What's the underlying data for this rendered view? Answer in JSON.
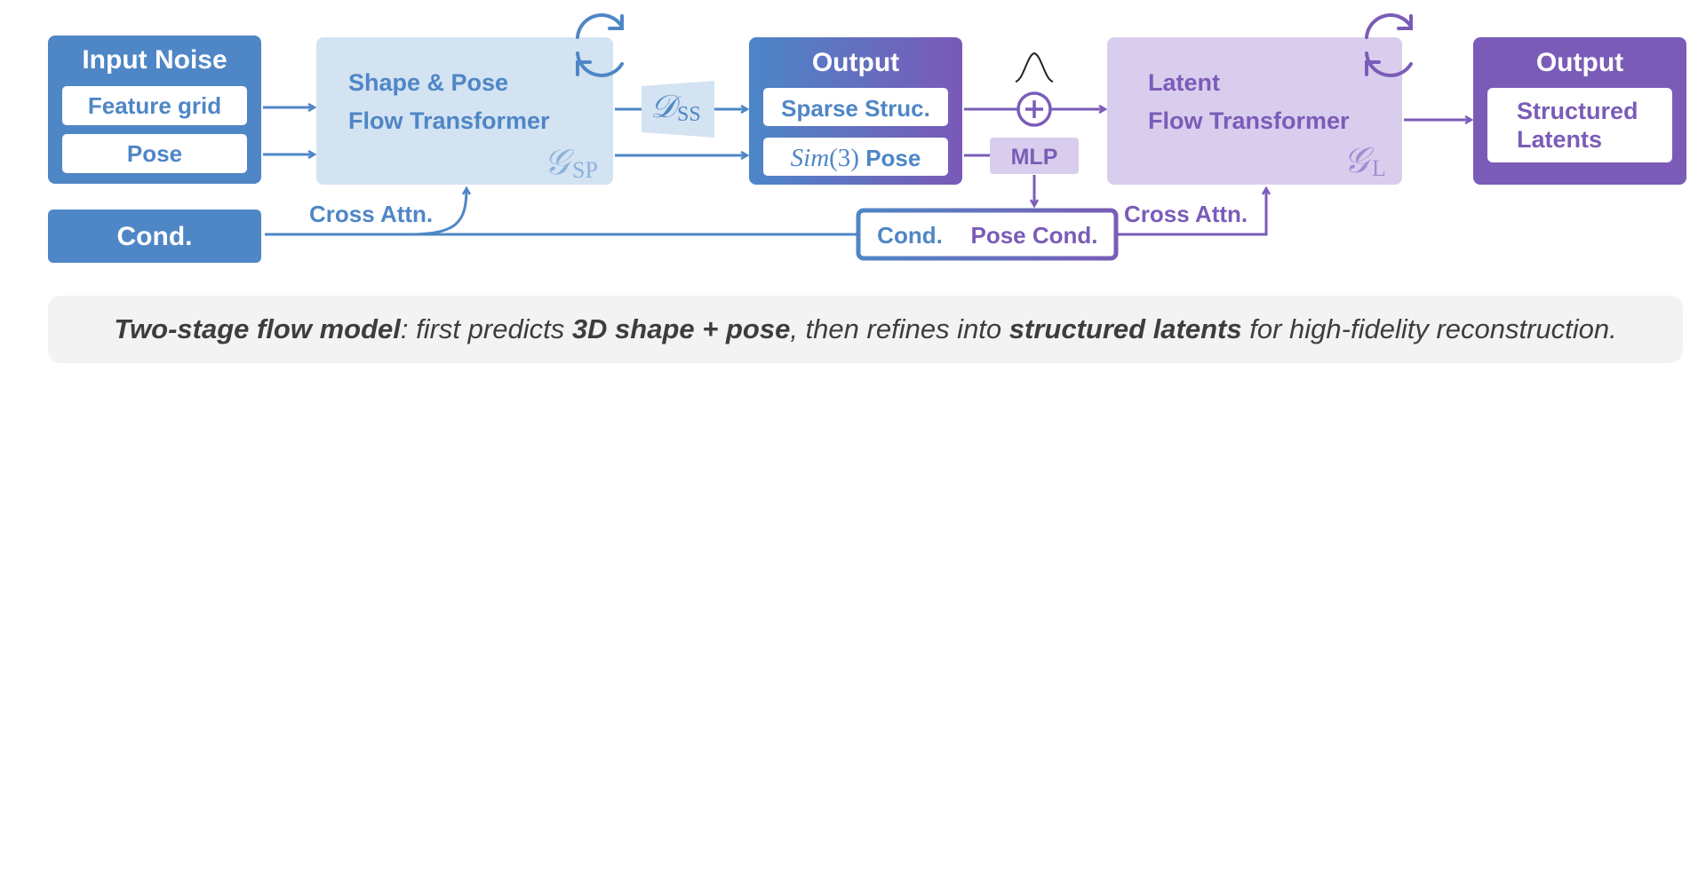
{
  "input": {
    "title": "Input Noise",
    "feature_grid": "Feature grid",
    "pose": "Pose"
  },
  "cond_left": "Cond.",
  "cross_attn_left": "Cross Attn.",
  "cross_attn_right": "Cross Attn.",
  "shape_pose_transformer": {
    "line1": "Shape & Pose",
    "line2": "Flow Transformer",
    "symbol": "𝒢",
    "subscript": "SP"
  },
  "decoder": {
    "symbol": "𝒟",
    "subscript": "SS"
  },
  "output1": {
    "title": "Output",
    "sparse": "Sparse Struc.",
    "sim3_italic": "Sim",
    "sim3_arg": "(3)",
    "sim3_suffix": " Pose"
  },
  "mlp": "MLP",
  "cond_group": {
    "cond": "Cond.",
    "pose_cond": "Pose Cond."
  },
  "latent_transformer": {
    "line1": "Latent",
    "line2": "Flow Transformer",
    "symbol": "𝒢",
    "subscript": "L"
  },
  "output2": {
    "title": "Output",
    "line1": "Structured",
    "line2": "Latents"
  },
  "caption": {
    "p1": "Two-stage flow model",
    "p2": ": first predicts ",
    "p3": "3D shape + pose",
    "p4": ", then refines into ",
    "p5": "structured latents",
    "p6": " for high-fidelity reconstruction."
  },
  "colors": {
    "blue": "#4f86c6",
    "light_blue": "#d3e3f2",
    "purple": "#7a5cb8",
    "light_purple": "#d9cdee"
  }
}
